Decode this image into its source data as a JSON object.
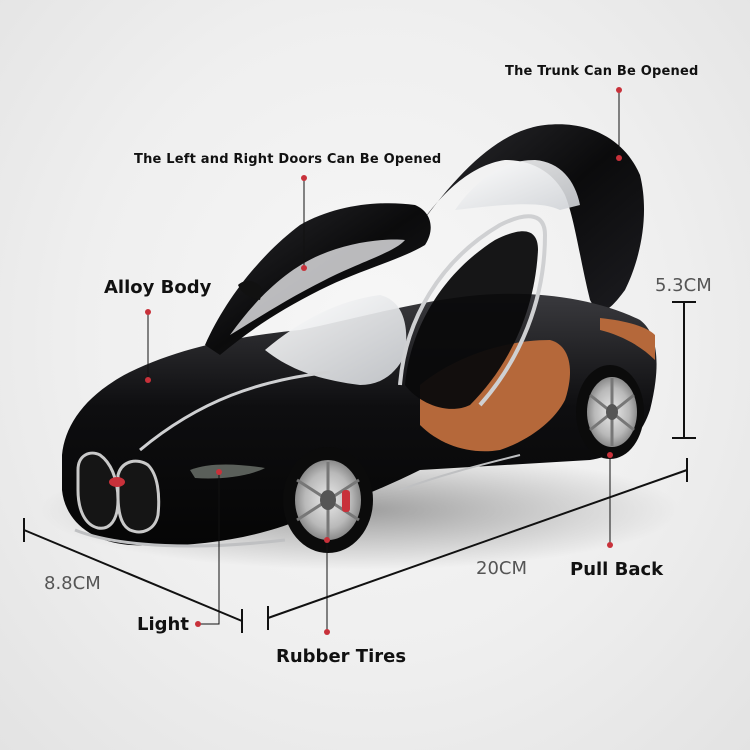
{
  "callouts": {
    "trunk": "The Trunk Can Be Opened",
    "doors": "The Left and Right Doors Can Be Opened",
    "alloy_body": "Alloy Body",
    "pull_back": "Pull Back",
    "light": "Light",
    "rubber_tires": "Rubber Tires"
  },
  "dimensions": {
    "height": "5.3CM",
    "length": "20CM",
    "width": "8.8CM"
  },
  "colors": {
    "body": "#0d0d0f",
    "interior": "#b5683a",
    "marker": "#c8313a",
    "guide_line": "#111111",
    "background": "#efefef"
  },
  "badge_icon": "grille-logo-icon"
}
